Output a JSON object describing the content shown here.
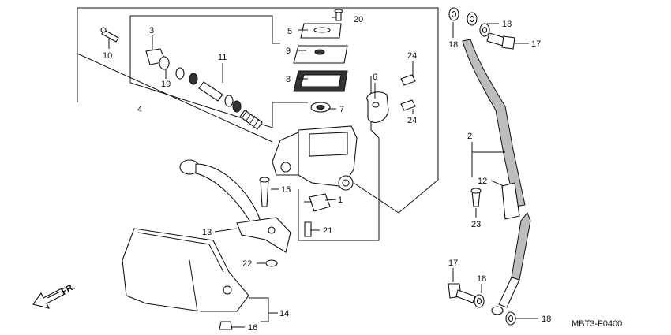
{
  "diagram_code": "MBT3-F0400",
  "direction_label": "FR.",
  "callouts": {
    "p1": "1",
    "p2": "2",
    "p3": "3",
    "p4": "4",
    "p5": "5",
    "p6": "6",
    "p7": "7",
    "p8": "8",
    "p9": "9",
    "p10": "10",
    "p11": "11",
    "p12": "12",
    "p13": "13",
    "p14": "14",
    "p15": "15",
    "p16": "16",
    "p17a": "17",
    "p17b": "17",
    "p18a": "18",
    "p18b": "18",
    "p18c": "18",
    "p18d": "18",
    "p19": "19",
    "p20": "20",
    "p21": "21",
    "p22": "22",
    "p23": "23",
    "p24a": "24",
    "p24b": "24"
  }
}
